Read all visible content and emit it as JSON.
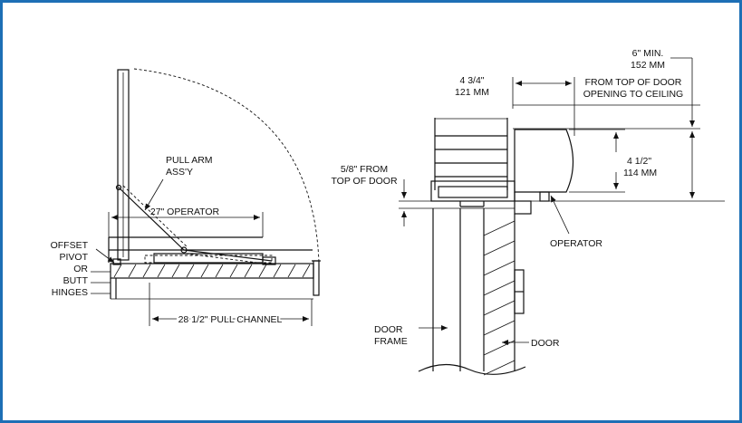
{
  "colors": {
    "border": "#1d6fb5",
    "line": "#111111",
    "background": "#ffffff"
  },
  "labels": {
    "pull_arm_1": "PULL ARM",
    "pull_arm_2": "ASS'Y",
    "operator_27": "27\" OPERATOR",
    "offset": "OFFSET",
    "pivot": "PIVOT",
    "or": "OR",
    "butt": "BUTT",
    "hinges": "HINGES",
    "pull_channel": "28 1/2\" PULL CHANNEL",
    "six_min": "6\" MIN.",
    "mm_152": "152 MM",
    "four_three_quarter": "4 3/4\"",
    "mm_121": "121 MM",
    "from_top_1": "FROM TOP OF DOOR",
    "from_top_2": "OPENING TO CEILING",
    "four_half": "4 1/2\"",
    "mm_114": "114 MM",
    "five_eighths_1": "5/8\" FROM",
    "five_eighths_2": "TOP OF DOOR",
    "operator": "OPERATOR",
    "door_frame_1": "DOOR",
    "door_frame_2": "FRAME",
    "door": "DOOR"
  }
}
